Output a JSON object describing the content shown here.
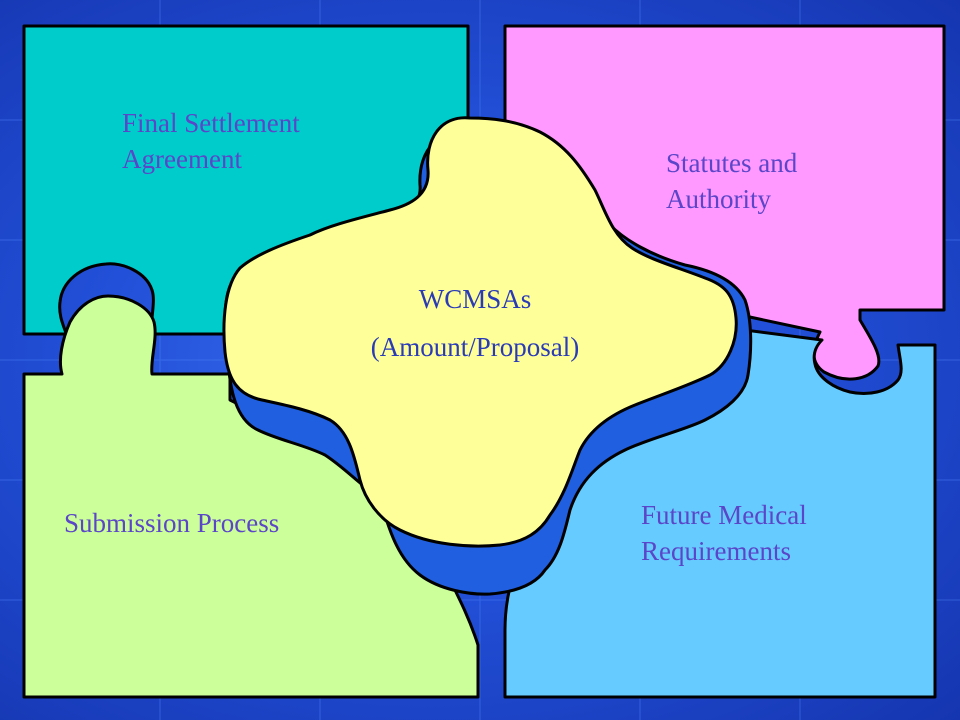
{
  "colors": {
    "background": "#2250d8",
    "top_left_piece": "#00cccc",
    "top_right_piece": "#ff99ff",
    "bottom_left_piece": "#ccff99",
    "bottom_right_piece": "#66ccff",
    "center_piece": "#ffff99",
    "outline": "#000000",
    "shadow": "#1f5fe0"
  },
  "pieces": {
    "center": {
      "line1": "WCMSAs",
      "line2": "(Amount/Proposal)"
    },
    "top_left": {
      "line1": "Final Settlement",
      "line2": "Agreement"
    },
    "top_right": {
      "line1": "Statutes and",
      "line2": "Authority"
    },
    "bottom_left": {
      "line1": "Submission Process"
    },
    "bottom_right": {
      "line1": "Future Medical",
      "line2": "Requirements"
    }
  }
}
